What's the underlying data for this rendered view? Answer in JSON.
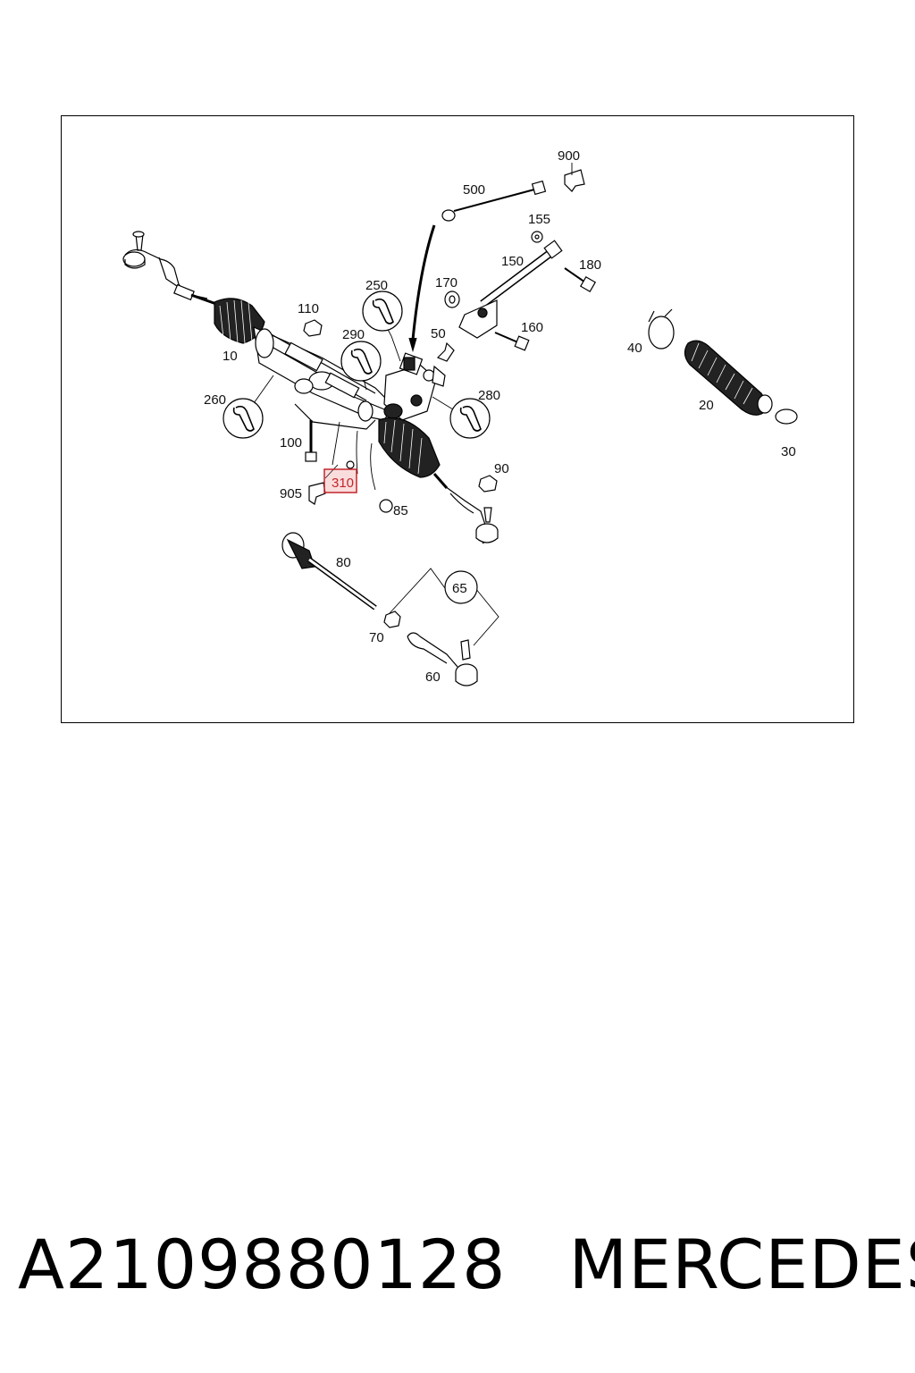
{
  "diagram": {
    "labels": {
      "l10": "10",
      "l20": "20",
      "l30": "30",
      "l40": "40",
      "l50": "50",
      "l60": "60",
      "l65": "65",
      "l70": "70",
      "l80": "80",
      "l85": "85",
      "l90": "90",
      "l100": "100",
      "l110": "110",
      "l150": "150",
      "l155": "155",
      "l160": "160",
      "l170": "170",
      "l180": "180",
      "l250": "250",
      "l260": "260",
      "l280": "280",
      "l290": "290",
      "l310": "310",
      "l500": "500",
      "l900": "900",
      "l905": "905"
    },
    "highlight_color": "#c4242b"
  },
  "caption": {
    "part_number": "A2109880128",
    "brand": "MERCEDES"
  }
}
